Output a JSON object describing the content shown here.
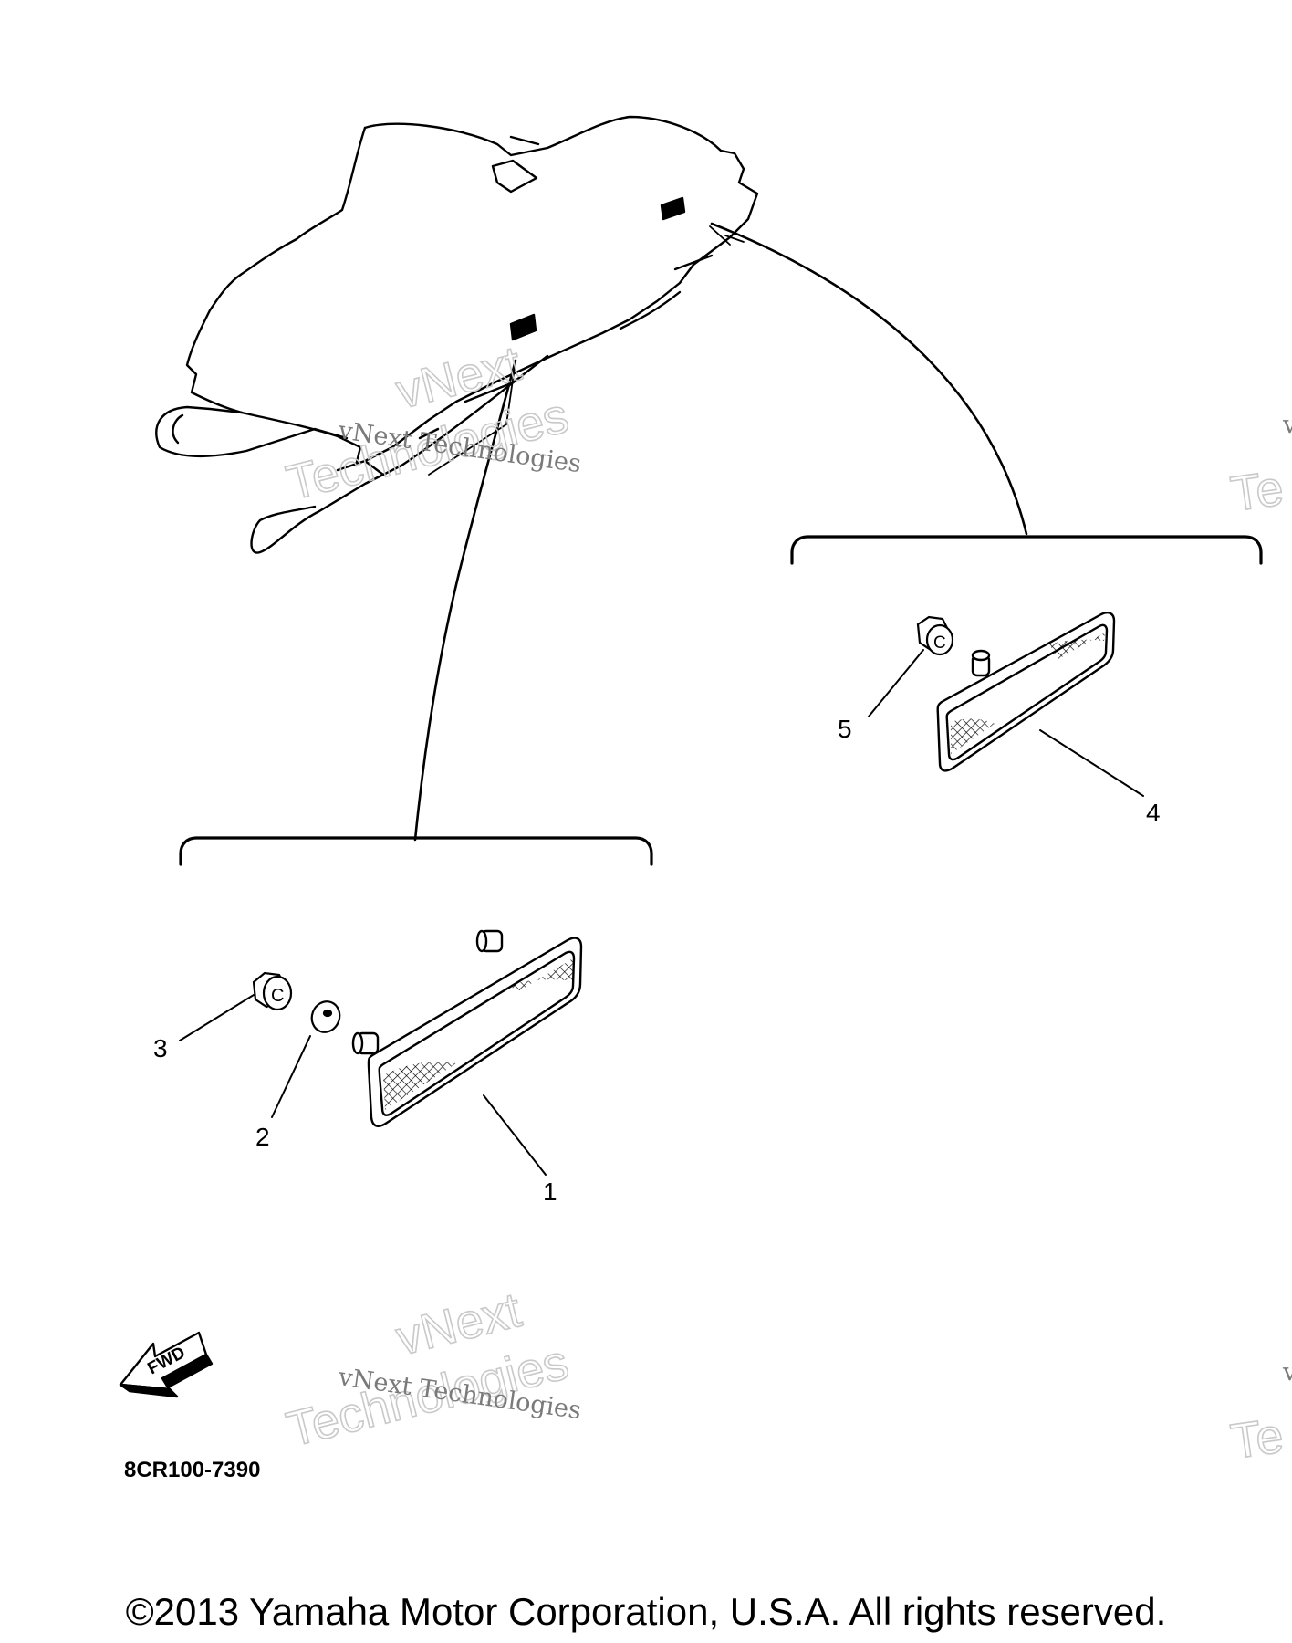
{
  "diagram": {
    "part_code": "8CR100-7390",
    "fwd_label": "FWD",
    "callouts": [
      "1",
      "2",
      "3",
      "4",
      "5"
    ],
    "nut_letter": "C",
    "watermarks": {
      "line1": "vNext",
      "line2": "Technologies",
      "small": "vNext Technologies",
      "edge_small": "v",
      "edge_big": "Te"
    }
  },
  "footer": {
    "copyright": "©2013 Yamaha Motor Corporation, U.S.A. All rights reserved."
  }
}
